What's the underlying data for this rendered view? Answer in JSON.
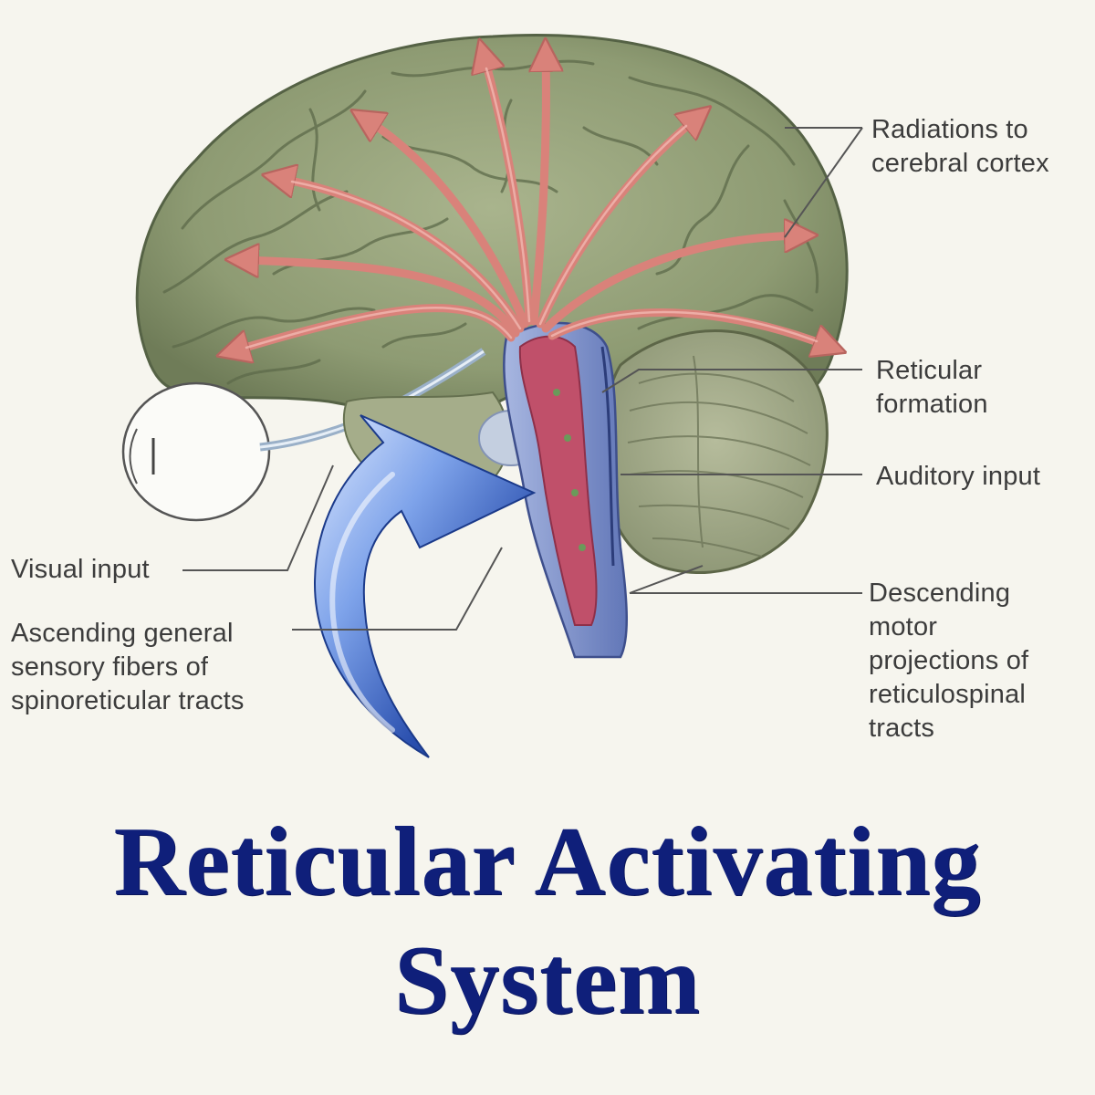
{
  "labels": {
    "radiations": "Radiations to\ncerebral cortex",
    "reticular_formation": "Reticular\nformation",
    "auditory_input": "Auditory input",
    "visual_input": "Visual input",
    "ascending_fibers": "Ascending general\nsensory fibers of\nspinoreticular tracts",
    "descending_projections": "Descending\nmotor\nprojections of\nreticulospinal\ntracts"
  },
  "title": {
    "line1": "Reticular Activating",
    "line2": "System"
  },
  "colors": {
    "background": "#f6f5ee",
    "brain": "#93a07a",
    "brain_dark": "#5f6c4c",
    "cerebellum": "#a5ad8a",
    "radiation_arrows": "#d9827a",
    "brainstem_red": "#c0506a",
    "brainstem_blue": "#7d8fc8",
    "big_arrow": "#2a4fae",
    "title": "#0f1f7a",
    "leader_lines": "#555555"
  }
}
